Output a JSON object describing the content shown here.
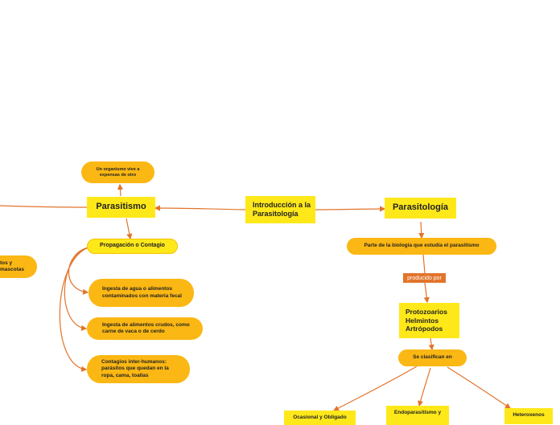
{
  "colors": {
    "line": "#e2742a",
    "rect_fill": "#ffe81a",
    "pill_fill": "#fbb713",
    "tag_fill": "#e2742a"
  },
  "nodes": {
    "root": "Introducción a la Parasitología",
    "parasitismo": "Parasitismo",
    "parasitologia": "Parasitología",
    "definicion_parasitismo": "Un organismo vive a expensas de otro",
    "propagacion": "Propagación o Contagio",
    "ingesta_agua": "Ingesta de agua o alimentos contaminados con materia fecal",
    "ingesta_crudos": "Ingesta de alimentos crudos, como carne de vaca o de cerdo",
    "contagios": "Contagios inter-humanos: parásitos que quedan en la ropa, cama, toallas",
    "mascotas_partial": "tos y mascotas",
    "definicion_parasitologia": "Parte de la biología que estudia el parasitismo",
    "producido_por": "producido por",
    "tipos": "Protozoarios Helmintos Artrópodos",
    "se_clasifican": "Se clasifican en",
    "ocasional": "Ocasional y Obligado",
    "endoparasitismo": "Endoparasitismo y",
    "heteroxenos": "Heteroxenos"
  }
}
